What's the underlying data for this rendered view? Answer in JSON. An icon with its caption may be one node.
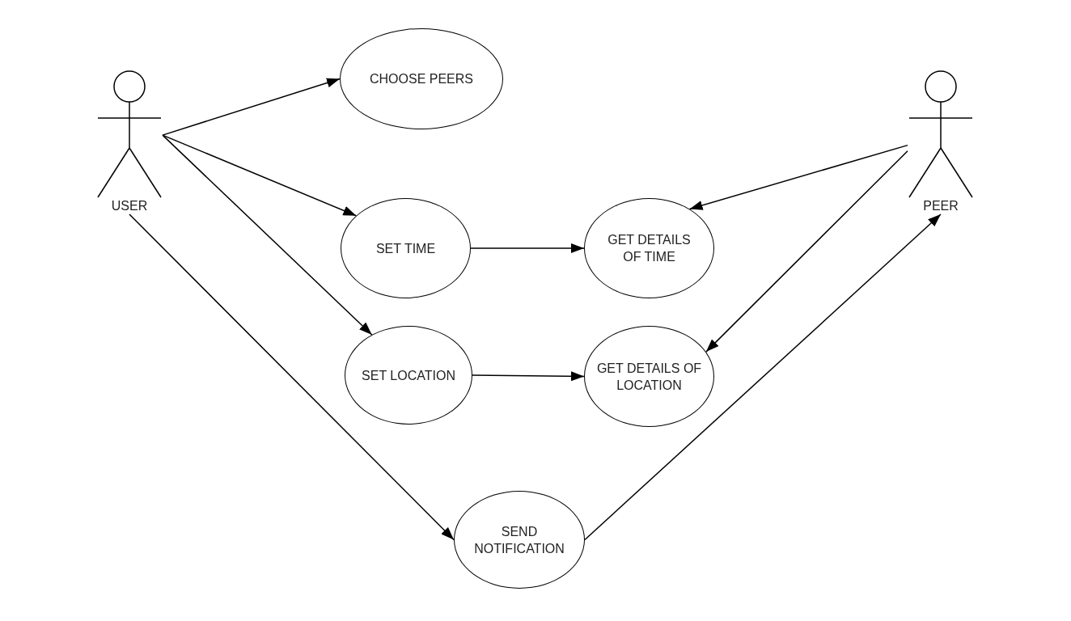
{
  "diagram": {
    "nodes": [
      {
        "text": [
          "USER"
        ]
      },
      {
        "text": [
          "CHOOSE PEERS"
        ]
      },
      {
        "text": [
          "PEER"
        ]
      },
      {
        "text": [
          "SET TIME"
        ]
      },
      {
        "text": [
          "GET DETAILS OF TIME"
        ]
      },
      {
        "text": [
          "SET LOCATION"
        ]
      },
      {
        "text": [
          "GET DETAILS OF LOCATION"
        ]
      },
      {
        "text": [
          "SEND NOTIFICATION"
        ]
      }
    ],
    "edges": [
      {
        "from": 0,
        "to": 1,
        "arrow": "to"
      },
      {
        "from": 0,
        "to": 3,
        "arrow": "to"
      },
      {
        "from": 0,
        "to": 5,
        "arrow": "to"
      },
      {
        "from": 0,
        "to": 7,
        "arrow": "to"
      },
      {
        "from": 3,
        "to": 4,
        "arrow": "to"
      },
      {
        "from": 5,
        "to": 6,
        "arrow": "to"
      },
      {
        "from": 2,
        "to": 4,
        "arrow": "to"
      },
      {
        "from": 2,
        "to": 6,
        "arrow": "to"
      },
      {
        "from": 7,
        "to": 2,
        "arrow": "to"
      }
    ]
  }
}
